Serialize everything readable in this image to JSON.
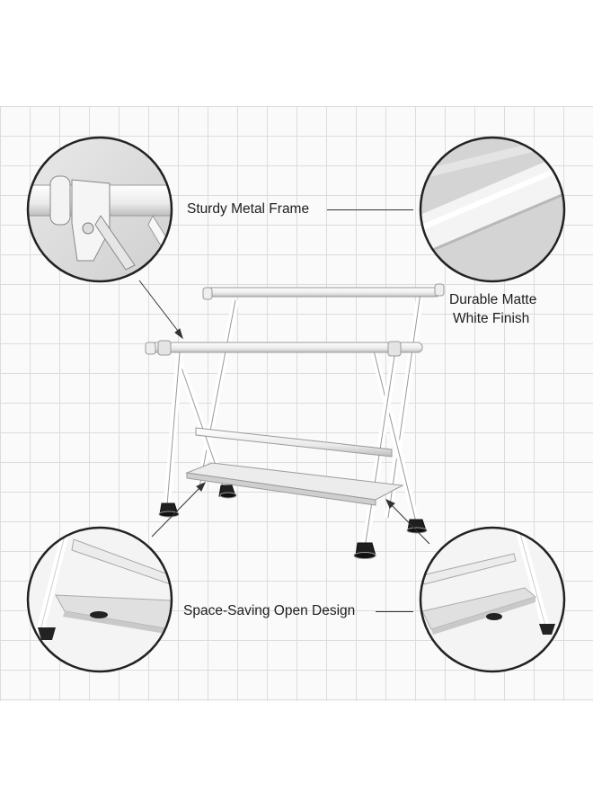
{
  "callouts": {
    "frame": "Sturdy Metal Frame",
    "finish_line1": "Durable Matte",
    "finish_line2": "White Finish",
    "design": "Space-Saving Open Design"
  },
  "icons": [
    "frame-joint-closeup",
    "matte-finish-closeup",
    "shelf-closeup-left",
    "shelf-closeup-right",
    "clothes-rack"
  ]
}
